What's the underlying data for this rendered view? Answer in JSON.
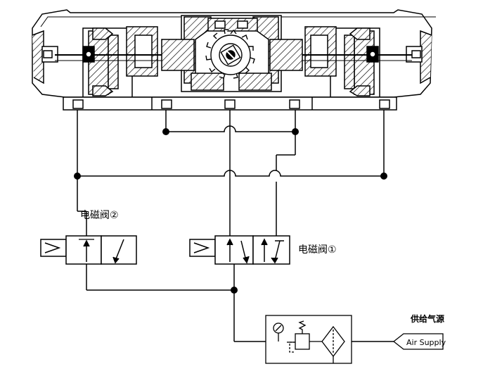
{
  "labels": {
    "valve1": "电磁阀①",
    "valve2": "电磁阀②",
    "air_supply_cn": "供给气源",
    "air_supply_en": "Air Supply"
  },
  "colors": {
    "line": "#000000",
    "background": "#ffffff"
  }
}
